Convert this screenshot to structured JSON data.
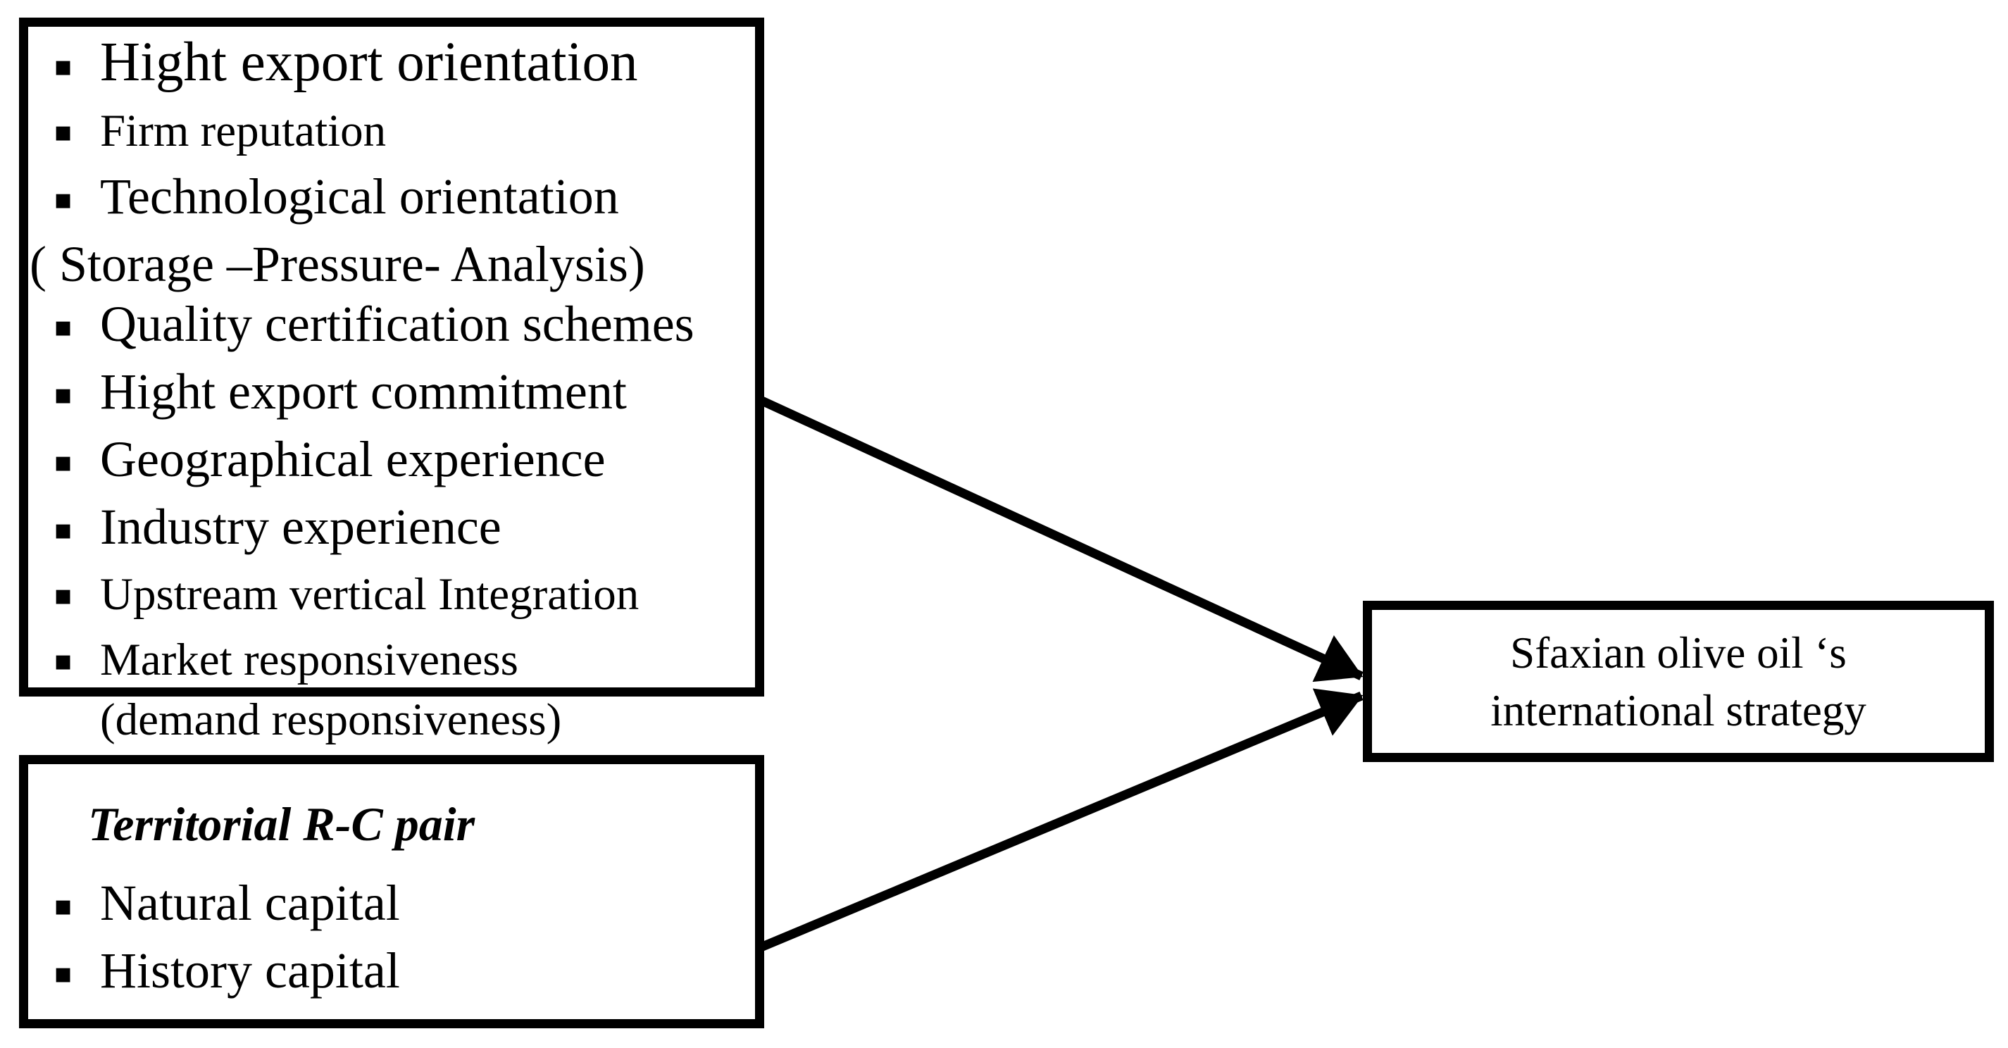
{
  "figure": {
    "background": "#ffffff",
    "ink": "#000000"
  },
  "icons": {
    "square_bullet": "▪"
  },
  "factor_box": {
    "items": [
      "Hight export orientation",
      "Firm reputation",
      "Technological orientation",
      "( Storage –Pressure- Analysis)",
      "Quality certification schemes",
      "Hight export commitment",
      "Geographical experience",
      "Industry experience",
      "Upstream vertical Integration",
      "Market responsiveness (demand responsiveness)"
    ]
  },
  "territorial_box": {
    "title": "Territorial R-C pair",
    "items": [
      "Natural capital",
      "History capital"
    ]
  },
  "strategy_box": {
    "lines": [
      "Sfaxian olive oil ‘s",
      "international strategy"
    ]
  }
}
